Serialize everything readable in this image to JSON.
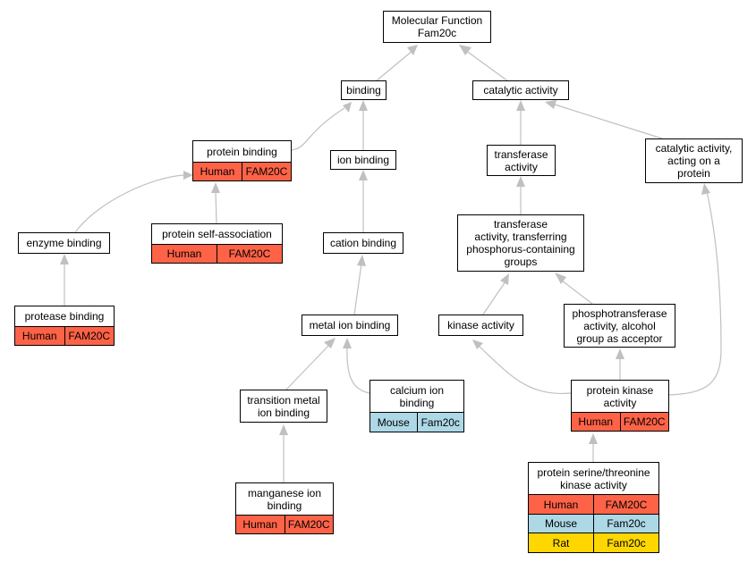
{
  "colors": {
    "edge": "#c0c0c0",
    "human": "#ff6347",
    "mouse": "#add8e6",
    "rat": "#ffd700"
  },
  "nodes": {
    "molecular_function": {
      "label": "Molecular Function\nFam20c"
    },
    "binding": {
      "label": "binding"
    },
    "catalytic_activity": {
      "label": "catalytic activity"
    },
    "protein_binding": {
      "label": "protein binding",
      "annotations": [
        {
          "species": "Human",
          "gene": "FAM20C"
        }
      ]
    },
    "ion_binding": {
      "label": "ion binding"
    },
    "transferase_activity": {
      "label": "transferase\nactivity"
    },
    "catalytic_activity_protein": {
      "label": "catalytic activity,\nacting on a\nprotein"
    },
    "enzyme_binding": {
      "label": "enzyme binding"
    },
    "protein_self_association": {
      "label": "protein self-association",
      "annotations": [
        {
          "species": "Human",
          "gene": "FAM20C"
        }
      ]
    },
    "cation_binding": {
      "label": "cation binding"
    },
    "transferase_phosphorus": {
      "label": "transferase\nactivity, transferring\nphosphorus-containing\ngroups"
    },
    "protease_binding": {
      "label": "protease binding",
      "annotations": [
        {
          "species": "Human",
          "gene": "FAM20C"
        }
      ]
    },
    "metal_ion_binding": {
      "label": "metal ion binding"
    },
    "kinase_activity": {
      "label": "kinase activity"
    },
    "phosphotransferase_alcohol": {
      "label": "phosphotransferase\nactivity, alcohol\ngroup as acceptor"
    },
    "transition_metal_ion_binding": {
      "label": "transition metal\nion binding"
    },
    "calcium_ion_binding": {
      "label": "calcium ion\nbinding",
      "annotations": [
        {
          "species": "Mouse",
          "gene": "Fam20c"
        }
      ]
    },
    "protein_kinase_activity": {
      "label": "protein kinase\nactivity",
      "annotations": [
        {
          "species": "Human",
          "gene": "FAM20C"
        }
      ]
    },
    "manganese_ion_binding": {
      "label": "manganese ion\nbinding",
      "annotations": [
        {
          "species": "Human",
          "gene": "FAM20C"
        }
      ]
    },
    "protein_ser_thr_kinase": {
      "label": "protein serine/threonine\nkinase activity",
      "annotations": [
        {
          "species": "Human",
          "gene": "FAM20C"
        },
        {
          "species": "Mouse",
          "gene": "Fam20c"
        },
        {
          "species": "Rat",
          "gene": "Fam20c"
        }
      ]
    }
  }
}
